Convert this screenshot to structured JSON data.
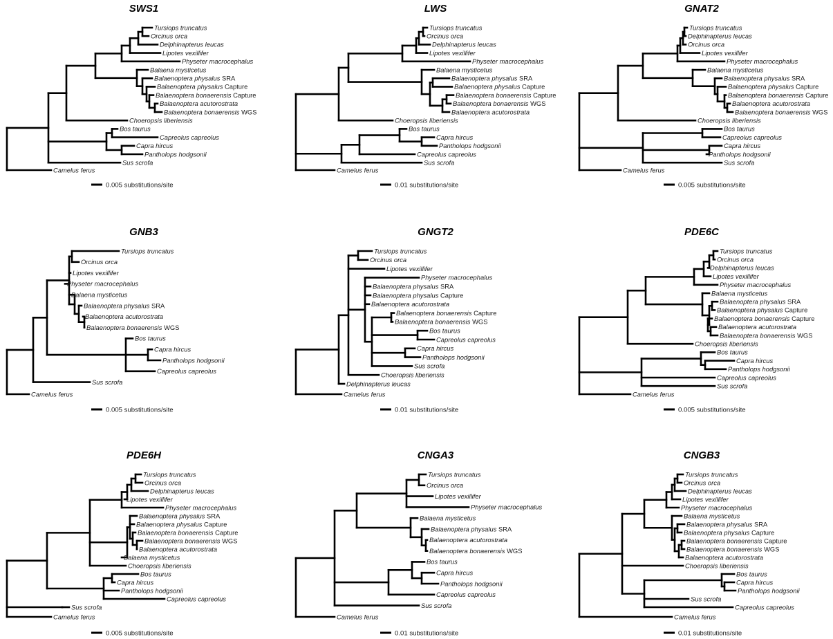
{
  "figure": {
    "type": "phylogenetic-tree-grid",
    "panels": [
      {
        "title": "SWS1",
        "scale_label": "0.005 substitutions/site",
        "leaves": [
          {
            "genus": "Tursiops truncatus",
            "suffix": ""
          },
          {
            "genus": "Orcinus orca",
            "suffix": ""
          },
          {
            "genus": "Delphinapterus leucas",
            "suffix": ""
          },
          {
            "genus": "Lipotes vexillifer",
            "suffix": ""
          },
          {
            "genus": "Physeter macrocephalus",
            "suffix": ""
          },
          {
            "genus": "Balaena mysticetus",
            "suffix": ""
          },
          {
            "genus": "Balaenoptera physalus",
            "suffix": "SRA"
          },
          {
            "genus": "Balaenoptera physalus",
            "suffix": "Capture"
          },
          {
            "genus": "Balaenoptera bonaerensis",
            "suffix": "Capture"
          },
          {
            "genus": "Balaenoptera acutorostrata",
            "suffix": ""
          },
          {
            "genus": "Balaenoptera bonaerensis",
            "suffix": "WGS"
          },
          {
            "genus": "Choeropsis liberiensis",
            "suffix": ""
          },
          {
            "genus": "Bos taurus",
            "suffix": ""
          },
          {
            "genus": "Capreolus capreolus",
            "suffix": ""
          },
          {
            "genus": "Capra hircus",
            "suffix": ""
          },
          {
            "genus": "Pantholops hodgsonii",
            "suffix": ""
          },
          {
            "genus": "Sus scrofa",
            "suffix": ""
          },
          {
            "genus": "Camelus ferus",
            "suffix": ""
          }
        ]
      },
      {
        "title": "LWS",
        "scale_label": "0.01 substitutions/site",
        "leaves": [
          {
            "genus": "Tursiops truncatus",
            "suffix": ""
          },
          {
            "genus": "Orcinus orca",
            "suffix": ""
          },
          {
            "genus": "Delphinapterus leucas",
            "suffix": ""
          },
          {
            "genus": "Lipotes vexillifer",
            "suffix": ""
          },
          {
            "genus": "Physeter macrocephalus",
            "suffix": ""
          },
          {
            "genus": "Balaena mysticetus",
            "suffix": ""
          },
          {
            "genus": "Balaenoptera physalus",
            "suffix": "SRA"
          },
          {
            "genus": "Balaenoptera physalus",
            "suffix": "Capture"
          },
          {
            "genus": "Balaenoptera bonaerensis",
            "suffix": "Capture"
          },
          {
            "genus": "Balaenoptera bonaerensis",
            "suffix": "WGS"
          },
          {
            "genus": "Balaenoptera acutorostrata",
            "suffix": ""
          },
          {
            "genus": "Choeropsis liberiensis",
            "suffix": ""
          },
          {
            "genus": "Bos taurus",
            "suffix": ""
          },
          {
            "genus": "Capra hircus",
            "suffix": ""
          },
          {
            "genus": "Pantholops hodgsonii",
            "suffix": ""
          },
          {
            "genus": "Capreolus capreolus",
            "suffix": ""
          },
          {
            "genus": "Sus scrofa",
            "suffix": ""
          },
          {
            "genus": "Camelus ferus",
            "suffix": ""
          }
        ]
      },
      {
        "title": "GNAT2",
        "scale_label": "0.005 substitutions/site",
        "leaves": [
          {
            "genus": "Tursiops truncatus",
            "suffix": ""
          },
          {
            "genus": "Delphinapterus leucas",
            "suffix": ""
          },
          {
            "genus": "Orcinus orca",
            "suffix": ""
          },
          {
            "genus": "Lipotes vexillifer",
            "suffix": ""
          },
          {
            "genus": "Physeter macrocephalus",
            "suffix": ""
          },
          {
            "genus": "Balaena mysticetus",
            "suffix": ""
          },
          {
            "genus": "Balaenoptera physalus",
            "suffix": "SRA"
          },
          {
            "genus": "Balaenoptera physalus",
            "suffix": "Capture"
          },
          {
            "genus": "Balaenoptera bonaerensis",
            "suffix": "Capture"
          },
          {
            "genus": "Balaenoptera acutorostrata",
            "suffix": ""
          },
          {
            "genus": "Balaenoptera bonaerensis",
            "suffix": "WGS"
          },
          {
            "genus": "Choeropsis liberiensis",
            "suffix": ""
          },
          {
            "genus": "Bos taurus",
            "suffix": ""
          },
          {
            "genus": "Capreolus capreolus",
            "suffix": ""
          },
          {
            "genus": "Capra hircus",
            "suffix": ""
          },
          {
            "genus": "Pantholops hodgsonii",
            "suffix": ""
          },
          {
            "genus": "Sus scrofa",
            "suffix": ""
          },
          {
            "genus": "Camelus ferus",
            "suffix": ""
          }
        ]
      },
      {
        "title": "GNB3",
        "scale_label": "0.005 substitutions/site",
        "leaves": [
          {
            "genus": "Tursiops truncatus",
            "suffix": ""
          },
          {
            "genus": "Orcinus orca",
            "suffix": ""
          },
          {
            "genus": "Lipotes vexillifer",
            "suffix": ""
          },
          {
            "genus": "Physeter macrocephalus",
            "suffix": ""
          },
          {
            "genus": "Balaena mysticetus",
            "suffix": ""
          },
          {
            "genus": "Balaenoptera physalus",
            "suffix": "SRA"
          },
          {
            "genus": "Balaenoptera acutorostrata",
            "suffix": ""
          },
          {
            "genus": "Balaenoptera bonaerensis",
            "suffix": "WGS"
          },
          {
            "genus": "Bos taurus",
            "suffix": ""
          },
          {
            "genus": "Capra hircus",
            "suffix": ""
          },
          {
            "genus": "Pantholops hodgsonii",
            "suffix": ""
          },
          {
            "genus": "Capreolus capreolus",
            "suffix": ""
          },
          {
            "genus": "Sus scrofa",
            "suffix": ""
          },
          {
            "genus": "Camelus ferus",
            "suffix": ""
          }
        ]
      },
      {
        "title": "GNGT2",
        "scale_label": "0.01 substitutions/site",
        "leaves": [
          {
            "genus": "Tursiops truncatus",
            "suffix": ""
          },
          {
            "genus": "Orcinus orca",
            "suffix": ""
          },
          {
            "genus": "Lipotes vexillifer",
            "suffix": ""
          },
          {
            "genus": "Physeter macrocephalus",
            "suffix": ""
          },
          {
            "genus": "Balaenoptera physalus",
            "suffix": "SRA"
          },
          {
            "genus": "Balaenoptera physalus",
            "suffix": "Capture"
          },
          {
            "genus": "Balaenoptera acutorostrata",
            "suffix": ""
          },
          {
            "genus": "Balaenoptera bonaerensis",
            "suffix": "Capture"
          },
          {
            "genus": "Balaenoptera bonaerensis",
            "suffix": "WGS"
          },
          {
            "genus": "Bos taurus",
            "suffix": ""
          },
          {
            "genus": "Capreolus capreolus",
            "suffix": ""
          },
          {
            "genus": "Capra hircus",
            "suffix": ""
          },
          {
            "genus": "Pantholops hodgsonii",
            "suffix": ""
          },
          {
            "genus": "Sus scrofa",
            "suffix": ""
          },
          {
            "genus": "Choeropsis liberiensis",
            "suffix": ""
          },
          {
            "genus": "Delphinapterus leucas",
            "suffix": ""
          },
          {
            "genus": "Camelus ferus",
            "suffix": ""
          }
        ]
      },
      {
        "title": "PDE6C",
        "scale_label": "0.005 substitutions/site",
        "leaves": [
          {
            "genus": "Tursiops truncatus",
            "suffix": ""
          },
          {
            "genus": "Orcinus orca",
            "suffix": ""
          },
          {
            "genus": "Delphinapterus leucas",
            "suffix": ""
          },
          {
            "genus": "Lipotes vexillifer",
            "suffix": ""
          },
          {
            "genus": "Physeter macrocephalus",
            "suffix": ""
          },
          {
            "genus": "Balaena mysticetus",
            "suffix": ""
          },
          {
            "genus": "Balaenoptera physalus",
            "suffix": "SRA"
          },
          {
            "genus": "Balaenoptera physalus",
            "suffix": "Capture"
          },
          {
            "genus": "Balaenoptera bonaerensis",
            "suffix": "Capture"
          },
          {
            "genus": "Balaenoptera acutorostrata",
            "suffix": ""
          },
          {
            "genus": "Balaenoptera bonaerensis",
            "suffix": "WGS"
          },
          {
            "genus": "Choeropsis liberiensis",
            "suffix": ""
          },
          {
            "genus": "Bos taurus",
            "suffix": ""
          },
          {
            "genus": "Capra hircus",
            "suffix": ""
          },
          {
            "genus": "Pantholops hodgsonii",
            "suffix": ""
          },
          {
            "genus": "Capreolus capreolus",
            "suffix": ""
          },
          {
            "genus": "Sus scrofa",
            "suffix": ""
          },
          {
            "genus": "Camelus ferus",
            "suffix": ""
          }
        ]
      },
      {
        "title": "PDE6H",
        "scale_label": "0.005 substitutions/site",
        "leaves": [
          {
            "genus": "Tursiops truncatus",
            "suffix": ""
          },
          {
            "genus": "Orcinus orca",
            "suffix": ""
          },
          {
            "genus": "Delphinapterus leucas",
            "suffix": ""
          },
          {
            "genus": "Lipotes vexillifer",
            "suffix": ""
          },
          {
            "genus": "Physeter macrocephalus",
            "suffix": ""
          },
          {
            "genus": "Balaenoptera physalus",
            "suffix": "SRA"
          },
          {
            "genus": "Balaenoptera physalus",
            "suffix": "Capture"
          },
          {
            "genus": "Balaenoptera bonaerensis",
            "suffix": "Capture"
          },
          {
            "genus": "Balaenoptera bonaerensis",
            "suffix": "WGS"
          },
          {
            "genus": "Balaenoptera acutorostrata",
            "suffix": ""
          },
          {
            "genus": "Balaena mysticetus",
            "suffix": ""
          },
          {
            "genus": "Choeropsis liberiensis",
            "suffix": ""
          },
          {
            "genus": "Bos taurus",
            "suffix": ""
          },
          {
            "genus": "Capra hircus",
            "suffix": ""
          },
          {
            "genus": "Pantholops hodgsonii",
            "suffix": ""
          },
          {
            "genus": "Capreolus capreolus",
            "suffix": ""
          },
          {
            "genus": "Sus scrofa",
            "suffix": ""
          },
          {
            "genus": "Camelus ferus",
            "suffix": ""
          }
        ]
      },
      {
        "title": "CNGA3",
        "scale_label": "0.01 substitutions/site",
        "leaves": [
          {
            "genus": "Tursiops truncatus",
            "suffix": ""
          },
          {
            "genus": "Orcinus orca",
            "suffix": ""
          },
          {
            "genus": "Lipotes vexillifer",
            "suffix": ""
          },
          {
            "genus": "Physeter macrocephalus",
            "suffix": ""
          },
          {
            "genus": "Balaena mysticetus",
            "suffix": ""
          },
          {
            "genus": "Balaenoptera physalus",
            "suffix": "SRA"
          },
          {
            "genus": "Balaenoptera acutorostrata",
            "suffix": ""
          },
          {
            "genus": "Balaenoptera bonaerensis",
            "suffix": "WGS"
          },
          {
            "genus": "Bos taurus",
            "suffix": ""
          },
          {
            "genus": "Capra hircus",
            "suffix": ""
          },
          {
            "genus": "Pantholops hodgsonii",
            "suffix": ""
          },
          {
            "genus": "Capreolus capreolus",
            "suffix": ""
          },
          {
            "genus": "Sus scrofa",
            "suffix": ""
          },
          {
            "genus": "Camelus ferus",
            "suffix": ""
          }
        ]
      },
      {
        "title": "CNGB3",
        "scale_label": "0.01 substitutions/site",
        "leaves": [
          {
            "genus": "Tursiops truncatus",
            "suffix": ""
          },
          {
            "genus": "Orcinus orca",
            "suffix": ""
          },
          {
            "genus": "Delphinapterus leucas",
            "suffix": ""
          },
          {
            "genus": "Lipotes vexillifer",
            "suffix": ""
          },
          {
            "genus": "Physeter macrocephalus",
            "suffix": ""
          },
          {
            "genus": "Balaena mysticetus",
            "suffix": ""
          },
          {
            "genus": "Balaenoptera physalus",
            "suffix": "SRA"
          },
          {
            "genus": "Balaenoptera physalus",
            "suffix": "Capture"
          },
          {
            "genus": "Balaenoptera bonaerensis",
            "suffix": "Capture"
          },
          {
            "genus": "Balaenoptera bonaerensis",
            "suffix": "WGS"
          },
          {
            "genus": "Balaenoptera acutorostrata",
            "suffix": ""
          },
          {
            "genus": "Choeropsis liberiensis",
            "suffix": ""
          },
          {
            "genus": "Bos taurus",
            "suffix": ""
          },
          {
            "genus": "Capra hircus",
            "suffix": ""
          },
          {
            "genus": "Pantholops hodgsonii",
            "suffix": ""
          },
          {
            "genus": "Sus scrofa",
            "suffix": ""
          },
          {
            "genus": "Capreolus capreolus",
            "suffix": ""
          },
          {
            "genus": "Camelus ferus",
            "suffix": ""
          }
        ]
      }
    ]
  }
}
